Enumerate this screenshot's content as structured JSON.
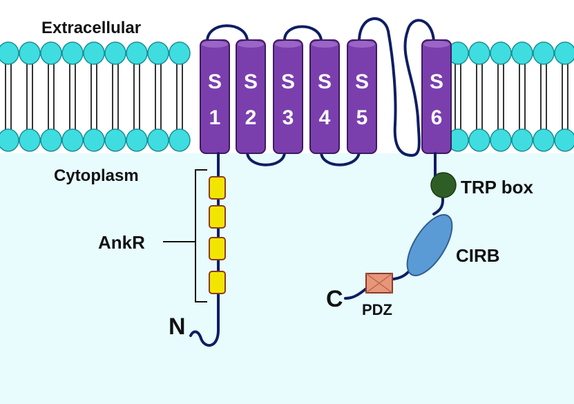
{
  "regions": {
    "extracellular": "Extracellular",
    "cytoplasm": "Cytoplasm"
  },
  "segments": [
    {
      "top": "S",
      "num": "1"
    },
    {
      "top": "S",
      "num": "2"
    },
    {
      "top": "S",
      "num": "3"
    },
    {
      "top": "S",
      "num": "4"
    },
    {
      "top": "S",
      "num": "5"
    },
    {
      "top": "S",
      "num": "6"
    }
  ],
  "domains": {
    "ankyrin": "AnkR",
    "trp_box": "TRP box",
    "cirb": "CIRB",
    "pdz": "PDZ"
  },
  "termini": {
    "n": "N",
    "c": "C"
  },
  "colors": {
    "membrane_head": "#3fdde0",
    "membrane_head_stroke": "#1a8f97",
    "cytoplasm_bg": "#e8fbfd",
    "segment": "#7a3fad",
    "chain": "#0e1e63",
    "ank_repeat": "#f2e600",
    "trp_box": "#2e5e25",
    "cirb": "#5b9bd5",
    "pdz": "#e8967a"
  }
}
